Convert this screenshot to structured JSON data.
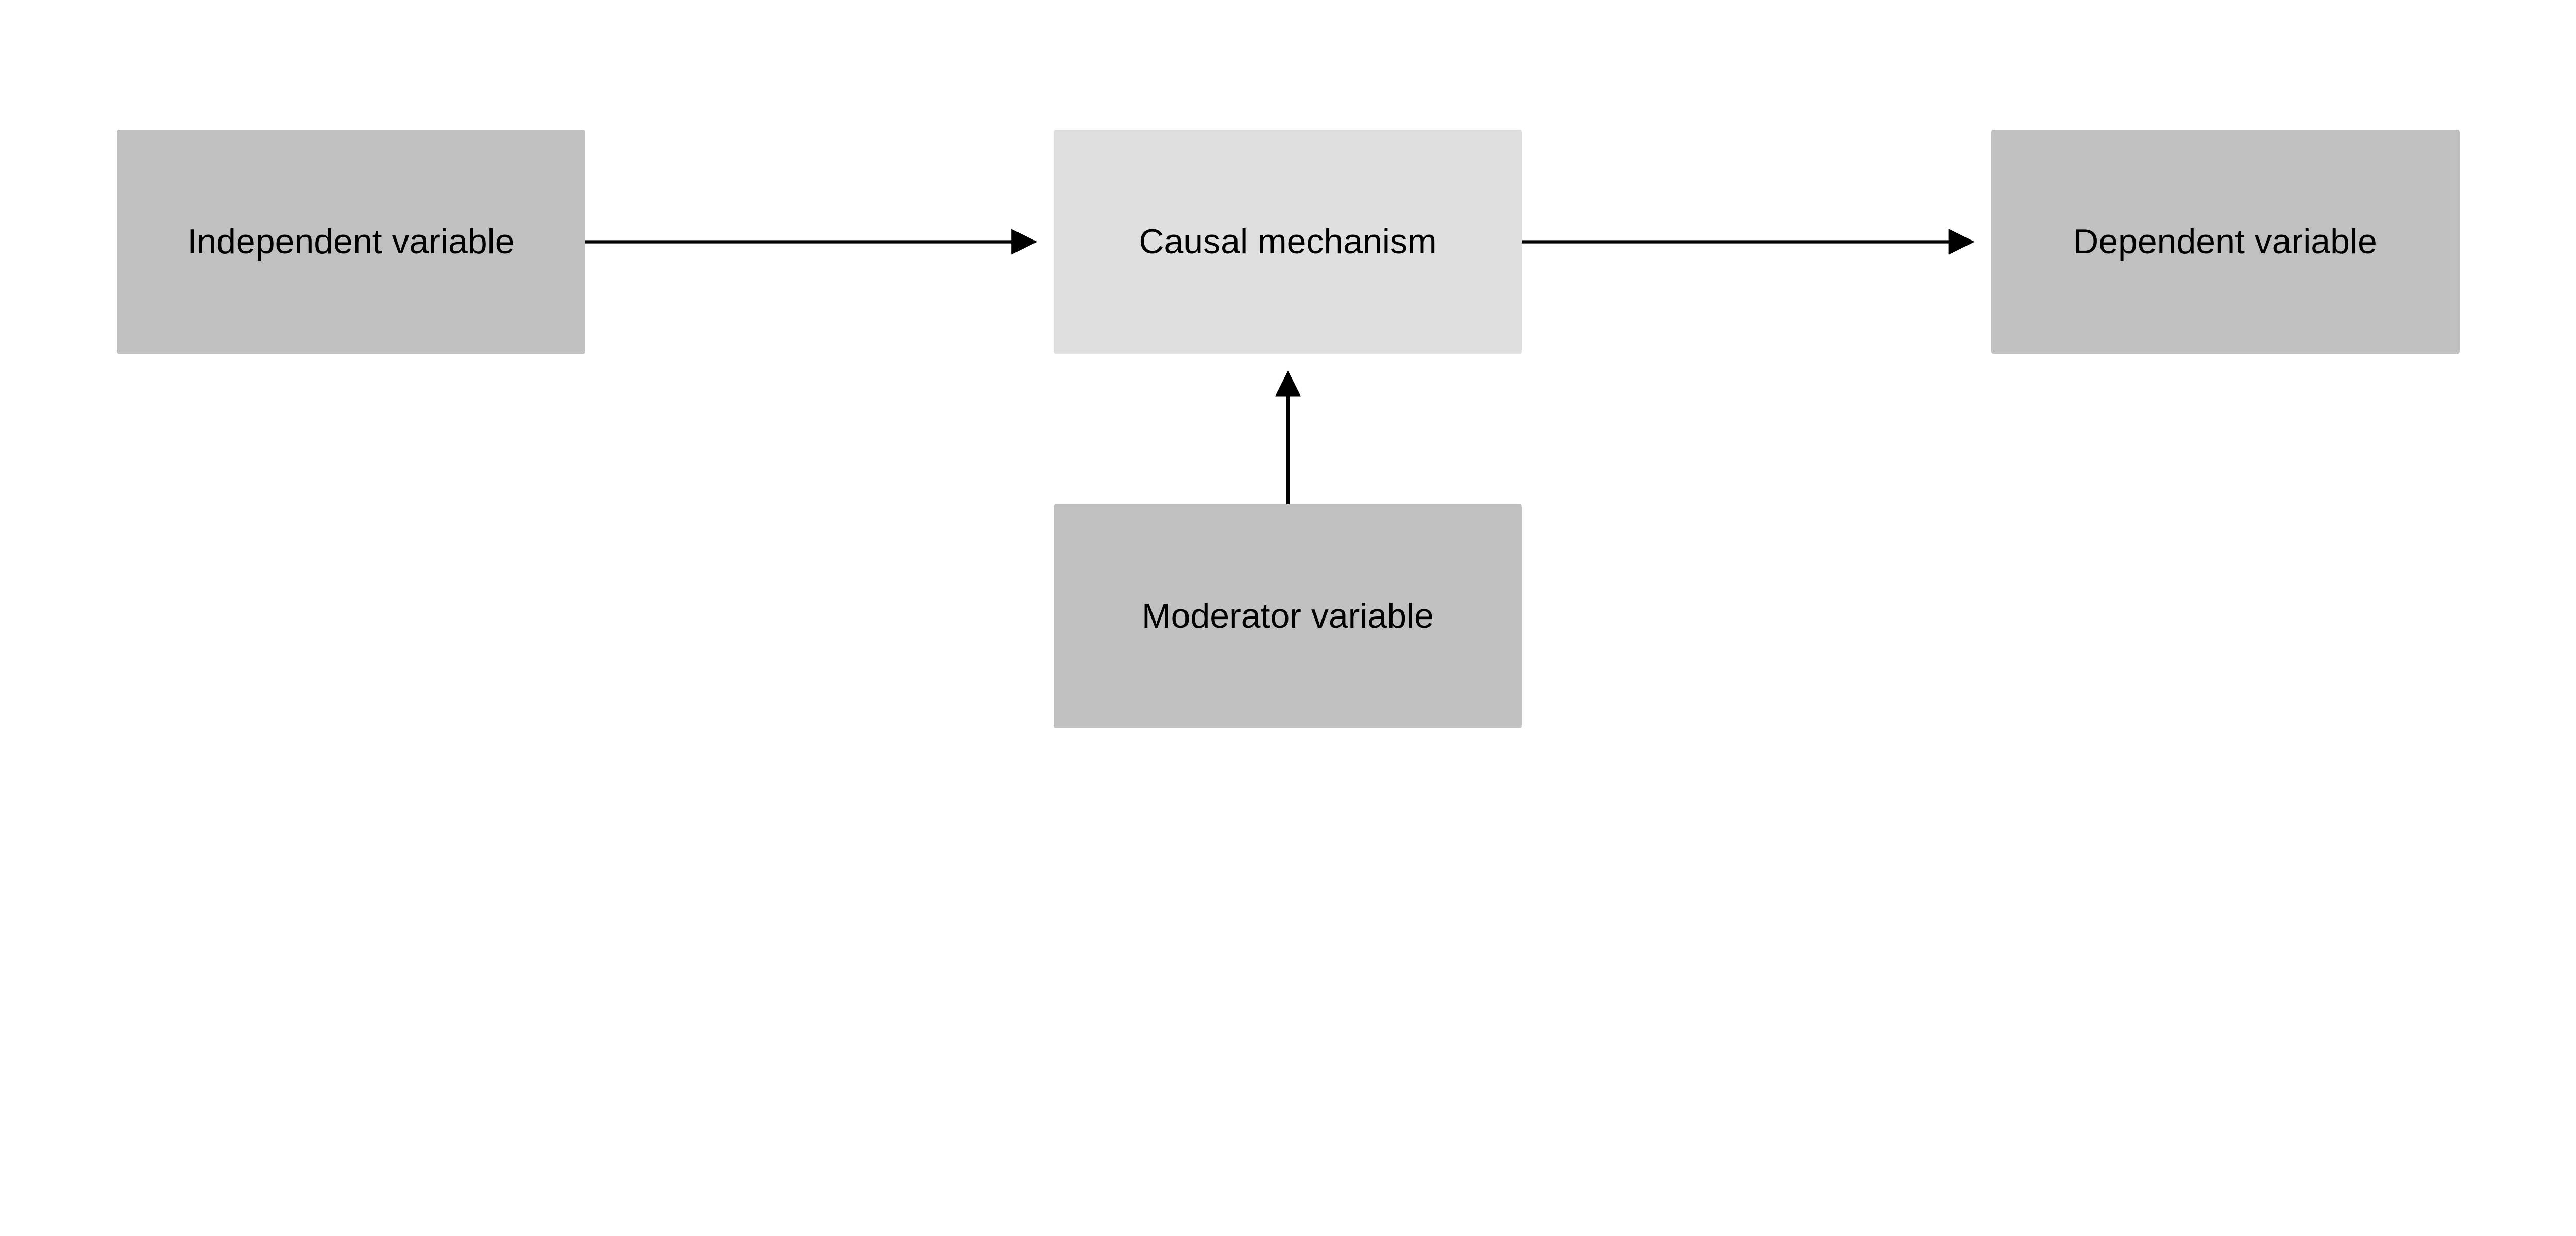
{
  "nodes": {
    "independent": {
      "label": "Independent variable",
      "color": "#c0c0c0"
    },
    "mechanism": {
      "label": "Causal mechanism",
      "color": "#dfdfdf"
    },
    "dependent": {
      "label": "Dependent variable",
      "color": "#c0c0c0"
    },
    "moderator": {
      "label": "Moderator variable",
      "color": "#c0c0c0"
    }
  },
  "edges": [
    {
      "from": "independent",
      "to": "mechanism"
    },
    {
      "from": "mechanism",
      "to": "dependent"
    },
    {
      "from": "moderator",
      "to": "mechanism"
    }
  ],
  "edge_color": "#000000"
}
